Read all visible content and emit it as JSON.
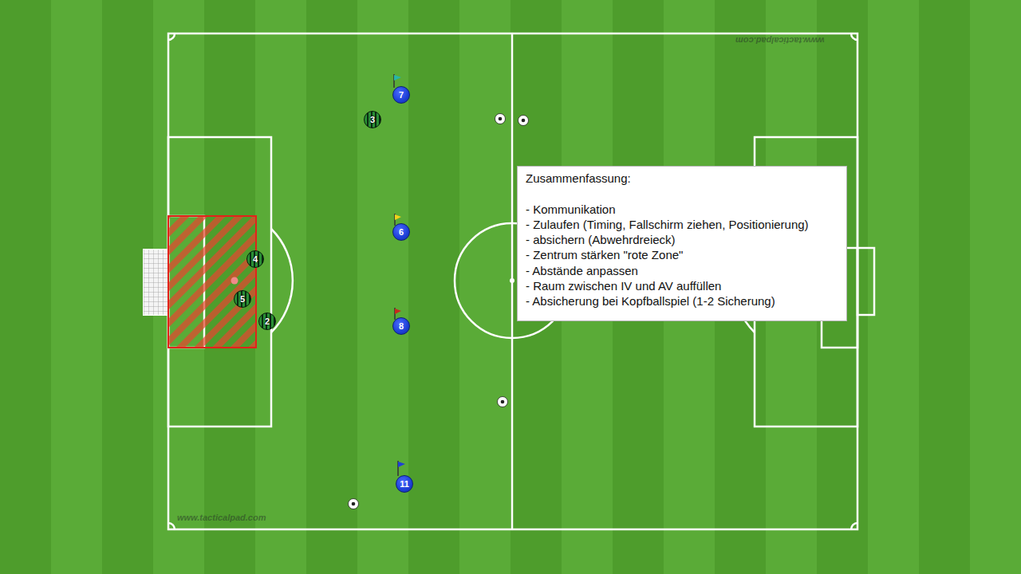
{
  "diagram": {
    "nodes": [
      {
        "text": [
          "7"
        ]
      },
      {
        "text": [
          "3"
        ]
      },
      {
        "text": [
          "Zusammenfassung:",
          "- Kommunikation",
          "- Zulaufen (Timing, Fallschirm ziehen, Positionierung)",
          "- absichern (Abwehrdreieck)",
          "- Zentrum stärken \"rote Zone\"",
          "- Abstände anpassen",
          "- Raum zwischen IV und AV auffüllen",
          "- Absicherung bei Kopfballspiel (1-2 Sicherung)"
        ]
      },
      {
        "text": [
          "6"
        ]
      },
      {
        "text": [
          "4"
        ]
      },
      {
        "text": [
          "5"
        ]
      },
      {
        "text": [
          "2"
        ]
      },
      {
        "text": [
          "8"
        ]
      },
      {
        "text": [
          "11"
        ]
      }
    ],
    "labels": [
      "www.tacticalpad.com",
      "www.tacticalpad.com"
    ]
  }
}
